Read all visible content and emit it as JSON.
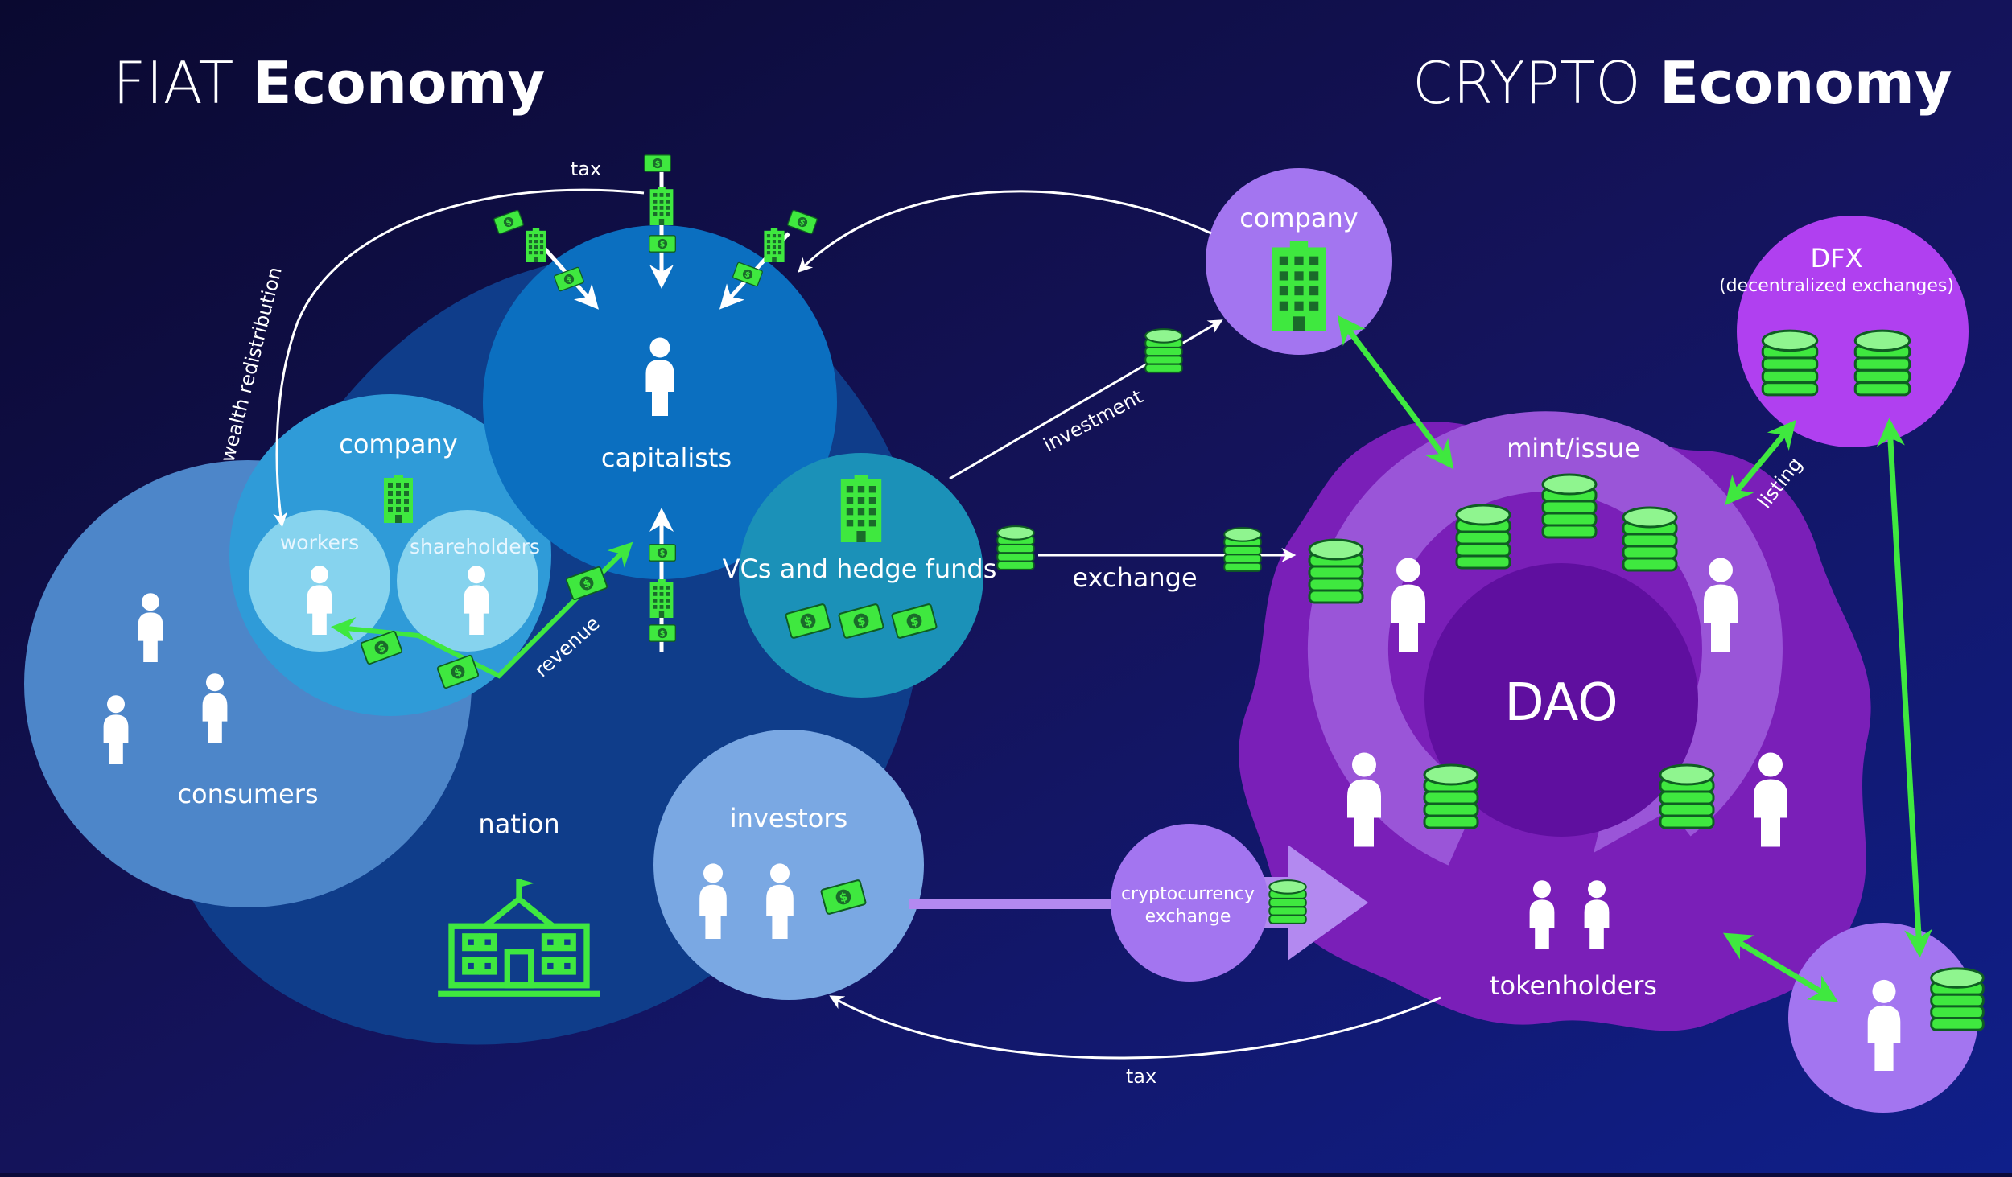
{
  "headings": {
    "fiat_light": "FIAT",
    "fiat_bold": "Economy",
    "crypto_light": "CRYPTO",
    "crypto_bold": "Economy"
  },
  "fiat_nodes": {
    "consumers": "consumers",
    "company": "company",
    "workers": "workers",
    "shareholders": "shareholders",
    "capitalists": "capitalists",
    "vcs": "VCs and hedge funds",
    "nation": "nation",
    "investors": "investors"
  },
  "crypto_nodes": {
    "company": "company",
    "dfx": "DFX",
    "dfx_sub": "(decentralized exchanges)",
    "mint": "mint/issue",
    "dao": "DAO",
    "tokenholders": "tokenholders",
    "exchange_line1": "cryptocurrency",
    "exchange_line2": "exchange"
  },
  "flows": {
    "tax_top": "tax",
    "tax_bottom": "tax",
    "wealth": "wealth redistribution",
    "revenue": "revenue",
    "investment": "investment",
    "exchange": "exchange",
    "listing": "listing"
  },
  "colors": {
    "background": "#0b0a3a",
    "fiat_blue": "#0f3d8a",
    "crypto_purple": "#7a1fb8",
    "money_green": "#3fe83f"
  },
  "icons": {
    "person": "person-icon",
    "building": "building-icon",
    "coins": "coin-stack-icon",
    "bill": "dollar-bill-icon",
    "capitol": "government-building-icon"
  }
}
